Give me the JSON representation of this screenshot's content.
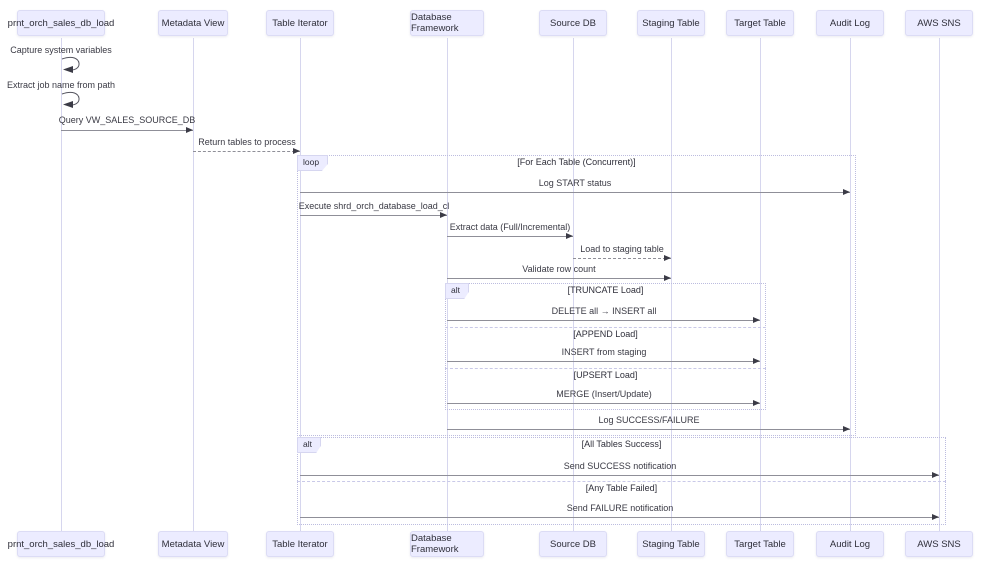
{
  "diagram": {
    "type": "sequence-diagram",
    "colors": {
      "actor_fill": "#ececff",
      "actor_border": "#dcdcf5",
      "lifeline": "#d6d6ee",
      "frame_border": "#bcbcdf",
      "message_line": "#8f8f98",
      "arrowhead": "#3b3b46",
      "text": "#333333",
      "background": "#ffffff"
    },
    "actors": [
      "prnt_orch_sales_db_load",
      "Metadata View",
      "Table Iterator",
      "Database Framework",
      "Source DB",
      "Staging Table",
      "Target Table",
      "Audit Log",
      "AWS SNS"
    ],
    "self_messages": [
      "Capture system variables",
      "Extract job name from path"
    ],
    "messages": [
      {
        "text": "Query VW_SALES_SOURCE_DB",
        "from": "prnt_orch_sales_db_load",
        "to": "Metadata View",
        "style": "solid"
      },
      {
        "text": "Return tables to process",
        "from": "Metadata View",
        "to": "Table Iterator",
        "style": "dashed"
      },
      {
        "text": "Log START status",
        "from": "Table Iterator",
        "to": "Audit Log",
        "style": "solid"
      },
      {
        "text": "Execute shrd_orch_database_load_cl",
        "from": "Table Iterator",
        "to": "Database Framework",
        "style": "solid"
      },
      {
        "text": "Extract data (Full/Incremental)",
        "from": "Database Framework",
        "to": "Source DB",
        "style": "solid"
      },
      {
        "text": "Load to staging table",
        "from": "Source DB",
        "to": "Staging Table",
        "style": "dashed"
      },
      {
        "text": "Validate row count",
        "from": "Database Framework",
        "to": "Staging Table",
        "style": "solid"
      },
      {
        "text": "DELETE all → INSERT all",
        "from": "Database Framework",
        "to": "Target Table",
        "style": "solid"
      },
      {
        "text": "INSERT from staging",
        "from": "Database Framework",
        "to": "Target Table",
        "style": "solid"
      },
      {
        "text": "MERGE (Insert/Update)",
        "from": "Database Framework",
        "to": "Target Table",
        "style": "solid"
      },
      {
        "text": "Log SUCCESS/FAILURE",
        "from": "Database Framework",
        "to": "Audit Log",
        "style": "solid"
      },
      {
        "text": "Send SUCCESS notification",
        "from": "Table Iterator",
        "to": "AWS SNS",
        "style": "solid"
      },
      {
        "text": "Send FAILURE notification",
        "from": "Table Iterator",
        "to": "AWS SNS",
        "style": "solid"
      }
    ],
    "frames": [
      {
        "label": "loop",
        "sections": [
          "[For Each Table (Concurrent)]"
        ]
      },
      {
        "label": "alt",
        "sections": [
          "[TRUNCATE Load]",
          "[APPEND Load]",
          "[UPSERT Load]"
        ]
      },
      {
        "label": "alt",
        "sections": [
          "[All Tables Success]",
          "[Any Table Failed]"
        ]
      }
    ]
  }
}
